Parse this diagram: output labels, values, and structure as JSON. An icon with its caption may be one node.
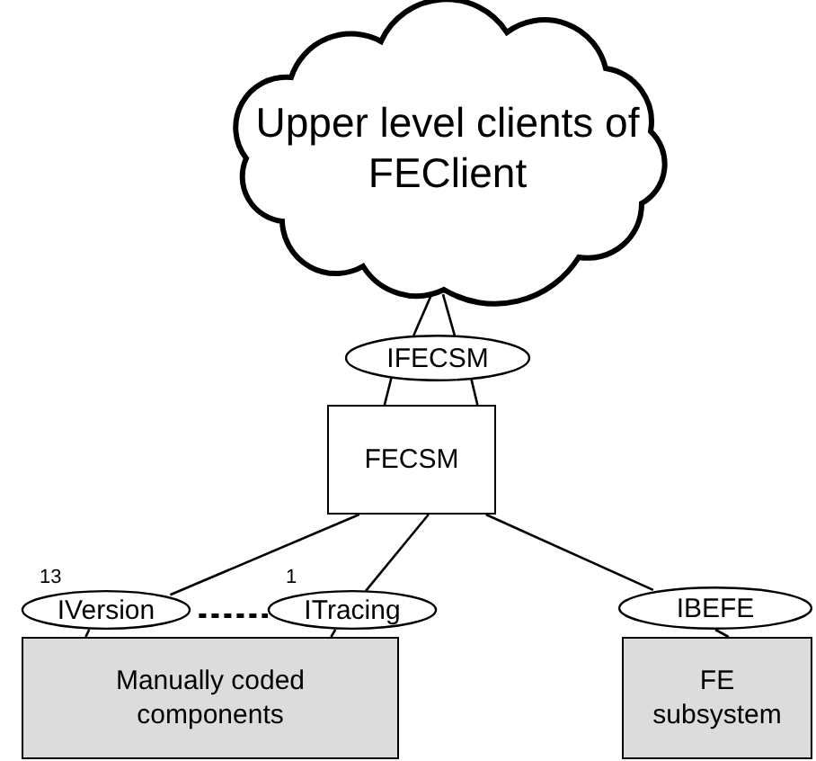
{
  "diagram": {
    "nodes": [
      {
        "text": [
          "Upper level clients of FEClient"
        ]
      },
      {
        "text": [
          "IFECSM"
        ]
      },
      {
        "text": [
          "FECSM"
        ]
      },
      {
        "text": [
          "IVersion"
        ],
        "beside": [
          "13"
        ]
      },
      {
        "text": [
          "ITracing"
        ],
        "beside": [
          "1"
        ]
      },
      {
        "text": [
          "IBEFE"
        ]
      },
      {
        "text": [
          "Manually coded components"
        ]
      },
      {
        "text": [
          "FE subsystem"
        ]
      }
    ],
    "edges": [
      {
        "from": 0,
        "to": 1,
        "arrow": "none"
      },
      {
        "from": 0,
        "to": 1,
        "arrow": "none"
      },
      {
        "from": 1,
        "to": 2,
        "arrow": "none"
      },
      {
        "from": 1,
        "to": 2,
        "arrow": "none"
      },
      {
        "from": 2,
        "to": 3,
        "arrow": "none"
      },
      {
        "from": 2,
        "to": 4,
        "arrow": "none"
      },
      {
        "from": 2,
        "to": 5,
        "arrow": "none"
      },
      {
        "from": 3,
        "to": 4,
        "arrow": "none",
        "style": "dashed"
      },
      {
        "from": 3,
        "to": 6,
        "arrow": "none"
      },
      {
        "from": 4,
        "to": 6,
        "arrow": "none"
      },
      {
        "from": 5,
        "to": 7,
        "arrow": "none"
      }
    ]
  }
}
